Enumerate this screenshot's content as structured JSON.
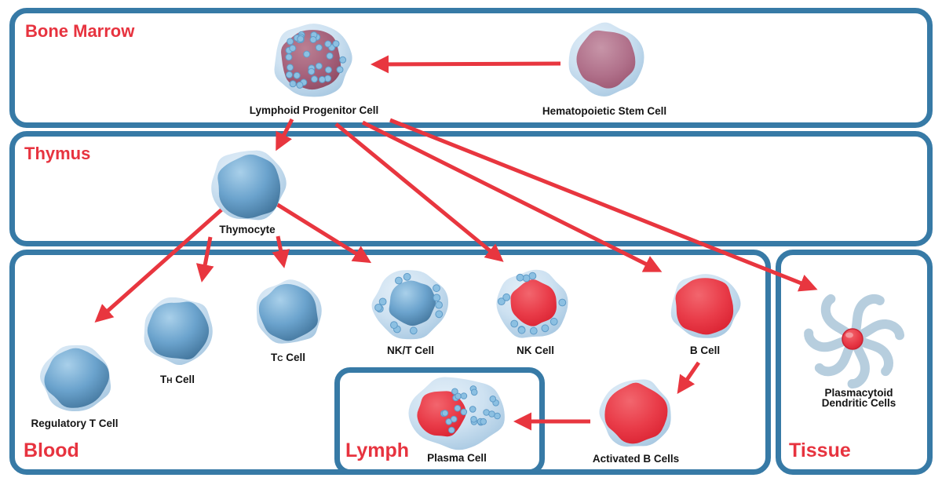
{
  "sections": {
    "bone_marrow": {
      "label": "Bone Marrow"
    },
    "thymus": {
      "label": "Thymus"
    },
    "blood": {
      "label": "Blood"
    },
    "lymph": {
      "label": "Lymph"
    },
    "tissue": {
      "label": "Tissue"
    }
  },
  "cells": {
    "lymphoid_progenitor": {
      "label": "Lymphoid Progenitor Cell"
    },
    "hematopoietic_stem": {
      "label": "Hematopoietic Stem Cell"
    },
    "thymocyte": {
      "label": "Thymocyte"
    },
    "regulatory_t": {
      "label": "Regulatory T Cell"
    },
    "t_helper": {
      "prefix": "T",
      "sub": "H",
      "suffix": " Cell"
    },
    "t_cytotoxic": {
      "prefix": "T",
      "sub": "C",
      "suffix": " Cell"
    },
    "nkt": {
      "label": "NK/T Cell"
    },
    "nk": {
      "label": "NK Cell"
    },
    "b": {
      "label": "B Cell"
    },
    "activated_b": {
      "label": "Activated B Cells"
    },
    "plasma": {
      "label": "Plasma Cell"
    },
    "plasmacytoid_dendritic": {
      "line1": "Plasmacytoid",
      "line2": "Dendritic Cells"
    }
  },
  "relationships": [
    {
      "from": "Hematopoietic Stem Cell",
      "to": "Lymphoid Progenitor Cell"
    },
    {
      "from": "Lymphoid Progenitor Cell",
      "to": "Thymocyte"
    },
    {
      "from": "Lymphoid Progenitor Cell",
      "to": "NK Cell"
    },
    {
      "from": "Lymphoid Progenitor Cell",
      "to": "B Cell"
    },
    {
      "from": "Lymphoid Progenitor Cell",
      "to": "Plasmacytoid Dendritic Cells"
    },
    {
      "from": "Thymocyte",
      "to": "Regulatory T Cell"
    },
    {
      "from": "Thymocyte",
      "to": "TH Cell"
    },
    {
      "from": "Thymocyte",
      "to": "TC Cell"
    },
    {
      "from": "Thymocyte",
      "to": "NK/T Cell"
    },
    {
      "from": "B Cell",
      "to": "Activated B Cells"
    },
    {
      "from": "Activated B Cells",
      "to": "Plasma Cell"
    }
  ],
  "colors": {
    "box_border": "#377aa6",
    "section_label": "#e7333f",
    "arrow": "#e8363f",
    "cell_label": "#141414",
    "membrane_blue": "#c9def0",
    "core_blue": "#5e9cc8",
    "core_red": "#e63946",
    "core_maroon": "#a4607a",
    "dot_blue": "#8cc0e2"
  }
}
